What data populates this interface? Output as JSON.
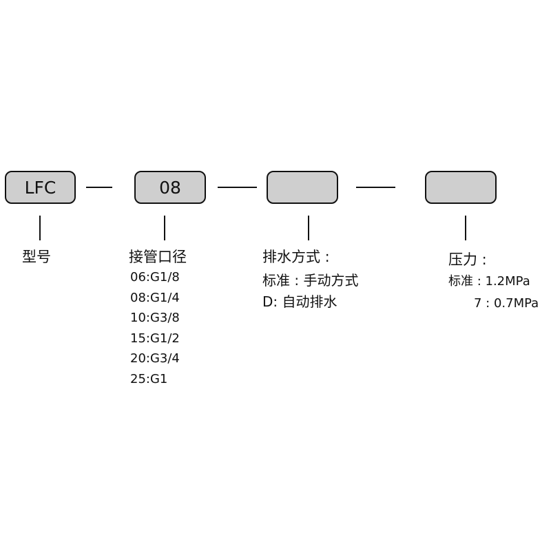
{
  "boxes": [
    {
      "text": "LFC"
    },
    {
      "text": "08"
    },
    {
      "text": ""
    },
    {
      "text": ""
    }
  ],
  "fields": {
    "model": {
      "label": "型号"
    },
    "port_size": {
      "label": "接管口径",
      "options": [
        "06:G1/8",
        "08:G1/4",
        "10:G3/8",
        "15:G1/2",
        "20:G3/4",
        "25:G1"
      ]
    },
    "drain_method": {
      "label": "排水方式 :",
      "options": [
        "标准 : 手动方式",
        "D: 自动排水"
      ]
    },
    "pressure": {
      "label": "压力 :",
      "options": [
        "标准 : 1.2MPa",
        "7 : 0.7MPa"
      ]
    }
  },
  "colors": {
    "box_fill": "#cfcfcf",
    "line": "#111111",
    "text": "#111111",
    "background": "#ffffff"
  }
}
